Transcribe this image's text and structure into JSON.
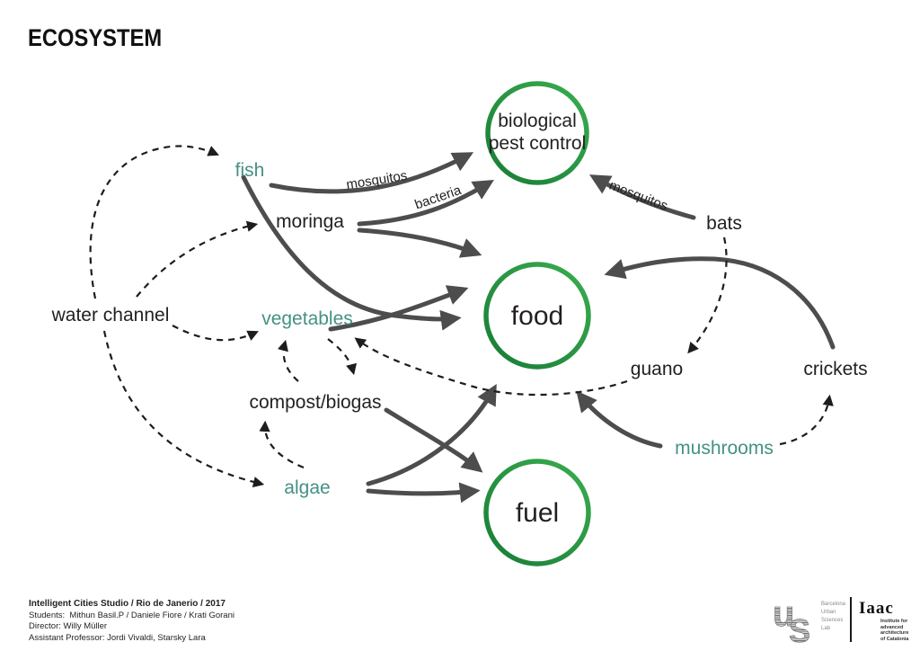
{
  "title": "ECOSYSTEM",
  "colors": {
    "circle_green_light": "#3aad50",
    "circle_green_dark": "#187c36",
    "teal": "#459185",
    "solid_arrow": "#4d4d4d",
    "dashed_arrow": "#1d1d1b",
    "text": "#231f20"
  },
  "nodes": {
    "pest_control": {
      "line1": "biological",
      "line2": "pest control"
    },
    "food": {
      "label": "food"
    },
    "fuel": {
      "label": "fuel"
    },
    "fish": {
      "label": "fish"
    },
    "moringa": {
      "label": "moringa"
    },
    "bats": {
      "label": "bats"
    },
    "water_channel": {
      "label": "water channel"
    },
    "vegetables": {
      "label": "vegetables"
    },
    "guano": {
      "label": "guano"
    },
    "crickets": {
      "label": "crickets"
    },
    "compost_biogas": {
      "label": "compost/biogas"
    },
    "mushrooms": {
      "label": "mushrooms"
    },
    "algae": {
      "label": "algae"
    }
  },
  "edge_labels": {
    "fish_to_pest": "mosquitos",
    "moringa_to_pest": "bacteria",
    "bats_to_pest": "mosquitos"
  },
  "connections": [
    {
      "from": "fish",
      "to": "biological pest control",
      "style": "solid",
      "label": "mosquitos"
    },
    {
      "from": "moringa",
      "to": "biological pest control",
      "style": "solid",
      "label": "bacteria"
    },
    {
      "from": "bats",
      "to": "biological pest control",
      "style": "solid",
      "label": "mosquitos"
    },
    {
      "from": "moringa",
      "to": "food",
      "style": "solid"
    },
    {
      "from": "fish",
      "to": "food",
      "style": "solid"
    },
    {
      "from": "vegetables",
      "to": "food",
      "style": "solid"
    },
    {
      "from": "crickets",
      "to": "food",
      "style": "solid"
    },
    {
      "from": "mushrooms",
      "to": "food",
      "style": "solid"
    },
    {
      "from": "algae",
      "to": "food",
      "style": "solid"
    },
    {
      "from": "compost/biogas",
      "to": "fuel",
      "style": "solid"
    },
    {
      "from": "algae",
      "to": "fuel",
      "style": "solid"
    },
    {
      "from": "water channel",
      "to": "fish",
      "style": "dashed"
    },
    {
      "from": "water channel",
      "to": "moringa",
      "style": "dashed"
    },
    {
      "from": "water channel",
      "to": "vegetables",
      "style": "dashed"
    },
    {
      "from": "water channel",
      "to": "algae",
      "style": "dashed"
    },
    {
      "from": "vegetables",
      "to": "compost/biogas",
      "style": "dashed"
    },
    {
      "from": "compost/biogas",
      "to": "vegetables",
      "style": "dashed"
    },
    {
      "from": "algae",
      "to": "compost/biogas",
      "style": "dashed"
    },
    {
      "from": "guano",
      "to": "vegetables",
      "style": "dashed"
    },
    {
      "from": "bats",
      "to": "guano",
      "style": "dashed"
    },
    {
      "from": "mushrooms",
      "to": "crickets",
      "style": "dashed"
    }
  ],
  "footer": {
    "credits": [
      "Intelligent Cities Studio / Rio de Janerio / 2017",
      "Students:  Mithun Basil.P / Daniele Fiore / Krati Gorani",
      "Director: Willy Müller",
      "Assistant Professor: Jordi Vivaldi, Starsky Lara"
    ],
    "logos": {
      "busl": {
        "monogram_u": "u",
        "monogram_s": "S",
        "lines": [
          "Barcelona",
          "Urban",
          "Sciences",
          "Lab"
        ]
      },
      "iaac": {
        "wordmark": "Iaac",
        "lines": [
          "Institute for",
          "advanced",
          "architecture",
          "of Catalonia"
        ]
      }
    }
  }
}
